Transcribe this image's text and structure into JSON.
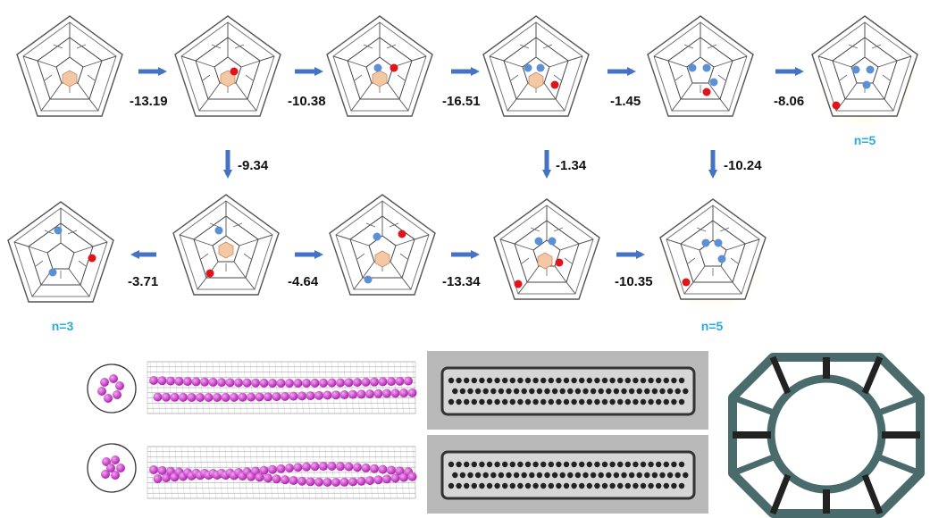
{
  "colors": {
    "arrow": "#4472c4",
    "blue_atom": "#5b8fd6",
    "red_atom": "#e0151b",
    "hexagon_fill": "#f5c8a5",
    "glow": "#fbf3c4",
    "n_label": "#29abe2",
    "chain_atom": "#cc33cc",
    "cage": "#4a6b6b"
  },
  "top_row": {
    "energies": [
      "-13.19",
      "-10.38",
      "-16.51",
      "-1.45",
      "-8.06"
    ],
    "n_label": "n=5"
  },
  "vertical_steps": [
    "-9.34",
    "-1.34",
    "-10.24"
  ],
  "bottom_row": {
    "left_energy": "-3.71",
    "right_energies": [
      "-4.64",
      "-13.34",
      "-10.35"
    ],
    "n_label_left": "n=3",
    "n_label_right": "n=5"
  },
  "panels": [
    {
      "name": "nanotube-double-chain",
      "cross_section": "ring-of-atoms"
    },
    {
      "name": "nanotube-twisted-chain",
      "cross_section": "clustered-atoms"
    },
    {
      "name": "tem-image-top"
    },
    {
      "name": "tem-image-bottom"
    },
    {
      "name": "cage-model"
    }
  ]
}
